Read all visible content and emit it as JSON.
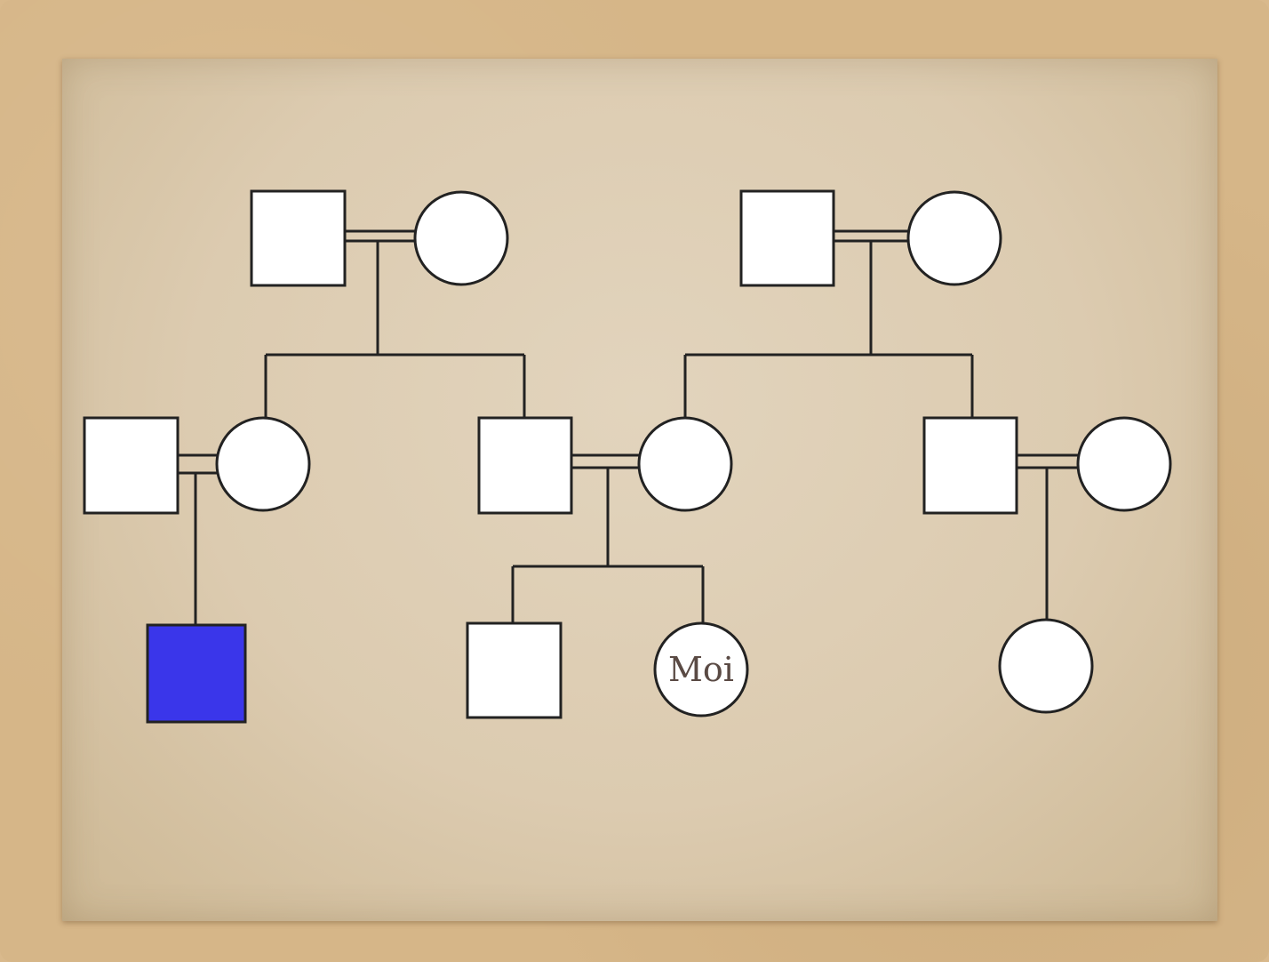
{
  "diagram": {
    "type": "pedigree",
    "colors": {
      "affected": "#3a36ea",
      "unaffected": "#ffffff",
      "line": "#222222"
    },
    "individuals": [
      {
        "id": "g1-grandfather-left",
        "sex": "male",
        "affected": false,
        "label": ""
      },
      {
        "id": "g1-grandmother-left",
        "sex": "female",
        "affected": false,
        "label": ""
      },
      {
        "id": "g1-grandfather-right",
        "sex": "male",
        "affected": false,
        "label": ""
      },
      {
        "id": "g1-grandmother-right",
        "sex": "female",
        "affected": false,
        "label": ""
      },
      {
        "id": "g2-uncle-in-law",
        "sex": "male",
        "affected": false,
        "label": ""
      },
      {
        "id": "g2-aunt",
        "sex": "female",
        "affected": false,
        "label": ""
      },
      {
        "id": "g2-father",
        "sex": "male",
        "affected": false,
        "label": ""
      },
      {
        "id": "g2-mother",
        "sex": "female",
        "affected": false,
        "label": ""
      },
      {
        "id": "g2-uncle",
        "sex": "male",
        "affected": false,
        "label": ""
      },
      {
        "id": "g2-aunt-in-law",
        "sex": "female",
        "affected": false,
        "label": ""
      },
      {
        "id": "g3-cousin-affected",
        "sex": "male",
        "affected": true,
        "label": ""
      },
      {
        "id": "g3-brother",
        "sex": "male",
        "affected": false,
        "label": ""
      },
      {
        "id": "g3-self",
        "sex": "female",
        "affected": false,
        "label": "Moi"
      },
      {
        "id": "g3-cousin",
        "sex": "female",
        "affected": false,
        "label": ""
      }
    ]
  }
}
